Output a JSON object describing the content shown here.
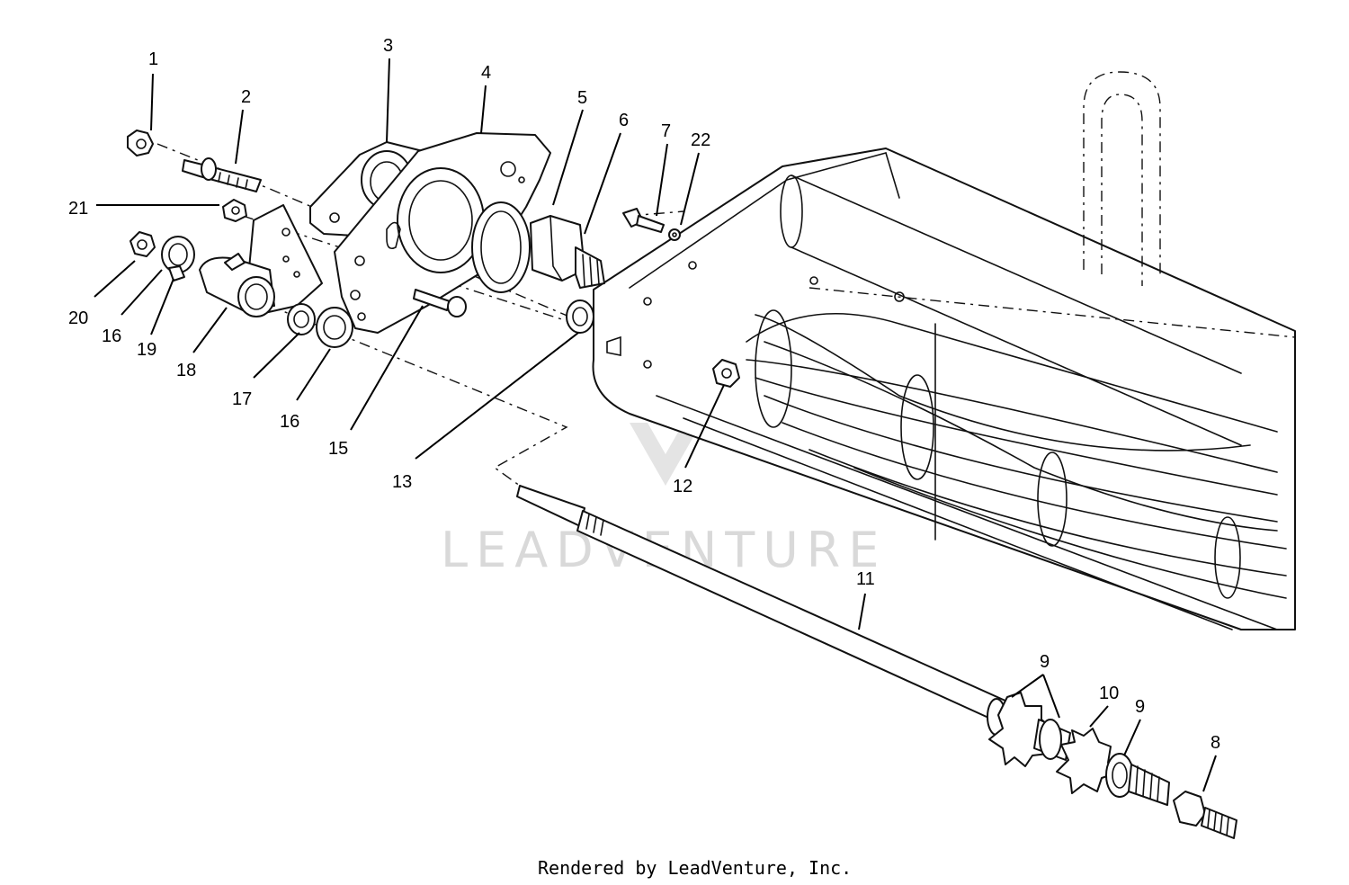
{
  "watermark": "LEADVENTURE",
  "footer": "Rendered by LeadVenture, Inc.",
  "callouts": [
    "1",
    "2",
    "3",
    "4",
    "5",
    "6",
    "7",
    "22",
    "21",
    "20",
    "16",
    "19",
    "18",
    "17",
    "16",
    "15",
    "13",
    "12",
    "11",
    "9",
    "10",
    "9",
    "8"
  ],
  "colors": {
    "line": "#111111",
    "watermark": "#d9d9d9",
    "background": "#ffffff"
  }
}
